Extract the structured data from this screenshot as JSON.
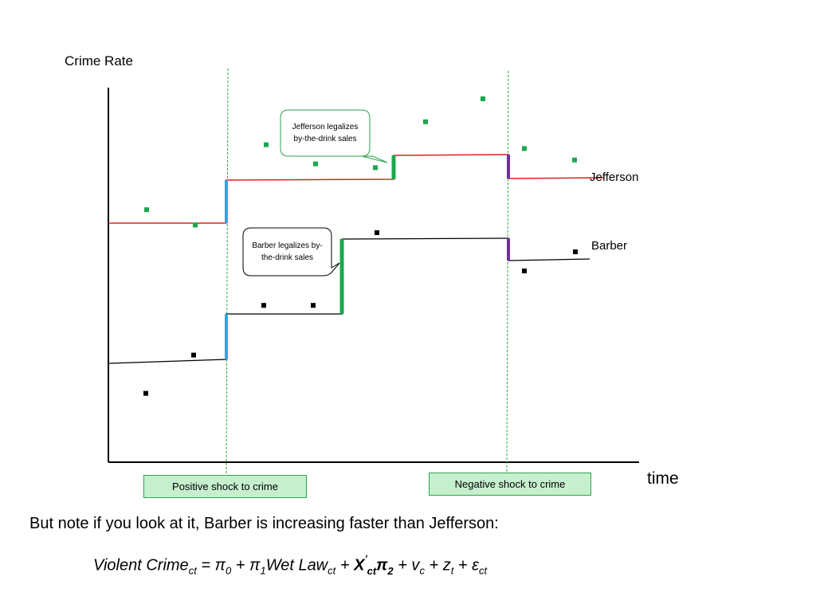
{
  "chart_data": {
    "type": "scatter",
    "ylabel": "Crime Rate",
    "xlabel": "time",
    "shocks": [
      {
        "label": "Positive shock to crime"
      },
      {
        "label": "Negative shock to crime"
      }
    ],
    "series": [
      {
        "name": "Jefferson",
        "color": "#1aa850",
        "trend_color": "#e02020",
        "points": [
          {
            "x": 1,
            "y": 6.6
          },
          {
            "x": 2,
            "y": 6.2
          },
          {
            "x": 3,
            "y": 8.3
          },
          {
            "x": 4,
            "y": 7.8
          },
          {
            "x": 5,
            "y": 7.7
          },
          {
            "x": 6,
            "y": 8.9
          },
          {
            "x": 7,
            "y": 9.5
          },
          {
            "x": 8,
            "y": 8.2
          },
          {
            "x": 9,
            "y": 7.9
          }
        ],
        "callout": "Jefferson legalizes by-the-drink sales"
      },
      {
        "name": "Barber",
        "color": "#000000",
        "trend_color": "#000000",
        "points": [
          {
            "x": 1,
            "y": 1.8
          },
          {
            "x": 2,
            "y": 2.8
          },
          {
            "x": 3,
            "y": 4.1
          },
          {
            "x": 4,
            "y": 4.1
          },
          {
            "x": 5,
            "y": 6.0
          },
          {
            "x": 6,
            "y": 5.0
          },
          {
            "x": 7,
            "y": 5.5
          }
        ],
        "callout": "Barber legalizes by-the-drink sales"
      }
    ]
  },
  "note": "But note if you look at it, Barber is increasing faster than Jefferson:",
  "formula": {
    "p1": "Violent Crime",
    "s1": "ct",
    "p2": " = π",
    "s2": "0",
    "p3": " + π",
    "s3": "1",
    "p4": "Wet Law",
    "s4": "ct",
    "p5": " + ",
    "b1": "X",
    "b1sup": "'",
    "b1sub": "ct",
    "b2": "π",
    "b2sub": "2",
    "p6": " + v",
    "s6": "c",
    "p7": " + z",
    "s7": "t",
    "p8": " + ε",
    "s8": "ct"
  },
  "colors": {
    "positive_shock": "#29a9e0",
    "jefferson_step": "#1aa850",
    "negative_shock": "#7030a0"
  }
}
